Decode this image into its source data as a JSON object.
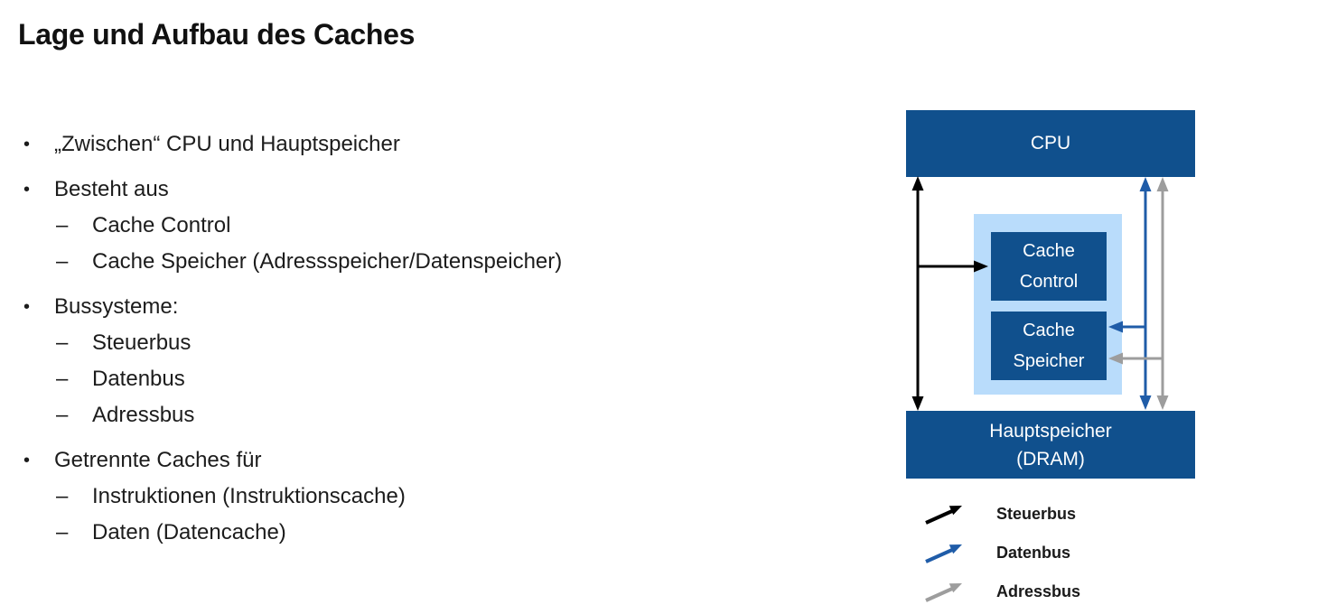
{
  "slide": {
    "title": "Lage und Aufbau des Caches"
  },
  "markers": {
    "main": "•",
    "sub": "–"
  },
  "bullets": [
    {
      "level": 1,
      "text": "„Zwischen“ CPU und Hauptspeicher"
    },
    {
      "level": 1,
      "text": "Besteht aus"
    },
    {
      "level": 2,
      "text": "Cache Control"
    },
    {
      "level": 2,
      "text": "Cache Speicher (Adressspeicher/Datenspeicher)"
    },
    {
      "level": 1,
      "text": "Bussysteme:"
    },
    {
      "level": 2,
      "text": "Steuerbus"
    },
    {
      "level": 2,
      "text": "Datenbus"
    },
    {
      "level": 2,
      "text": "Adressbus"
    },
    {
      "level": 1,
      "text": "Getrennte Caches für"
    },
    {
      "level": 2,
      "text": "Instruktionen (Instruktionscache)"
    },
    {
      "level": 2,
      "text": "Daten (Datencache)"
    }
  ],
  "diagram": {
    "cpu": {
      "label": "CPU"
    },
    "cache_control": {
      "line1": "Cache",
      "line2": "Control"
    },
    "cache_speicher": {
      "line1": "Cache",
      "line2": "Speicher"
    },
    "hauptspeicher": {
      "line1": "Hauptspeicher",
      "line2": "(DRAM)"
    },
    "legend": [
      {
        "label": "Steuerbus"
      },
      {
        "label": "Datenbus"
      },
      {
        "label": "Adressbus"
      }
    ],
    "colors": {
      "box-fill": "#10508D",
      "box-text": "#FFFFFF",
      "cache-bg": "#B9DCFB",
      "steuerbus": "#000000",
      "datenbus": "#1F5CA8",
      "adressbus": "#9D9D9D"
    }
  }
}
